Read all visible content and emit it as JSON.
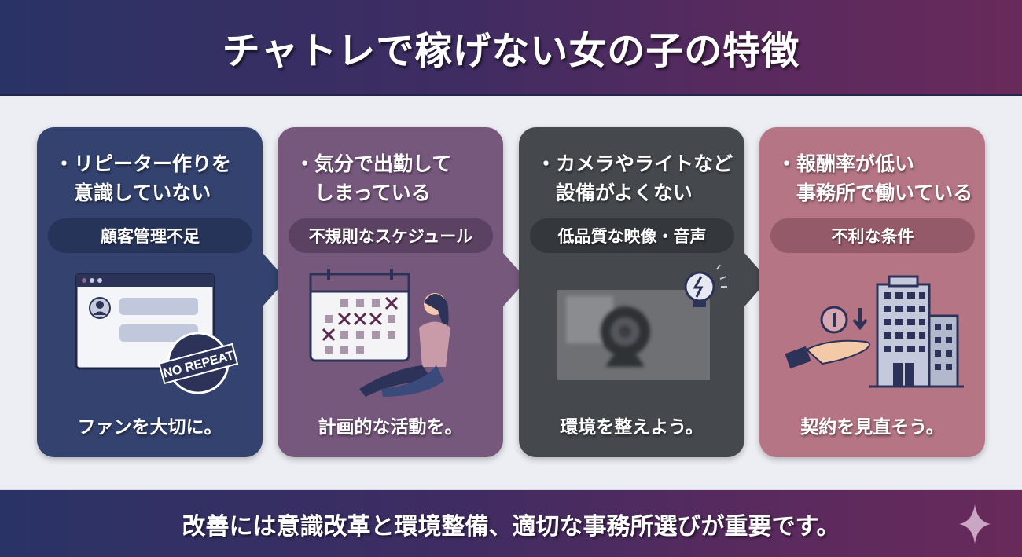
{
  "header": {
    "title": "チャトレで稼げない女の子の特徴"
  },
  "cards": [
    {
      "title": "・リピーター作りを\n　意識していない",
      "tag": "顧客管理不足",
      "illustration": "chat-window-no-repeat-stamp",
      "stamp_text": "NO REPEAT",
      "advice": "ファンを大切に。",
      "color": "#33426e"
    },
    {
      "title": "・気分で出勤して\n　しまっている",
      "tag": "不規則なスケジュール",
      "illustration": "calendar-relaxing-woman",
      "advice": "計画的な活動を。",
      "color": "#77587d"
    },
    {
      "title": "・カメラやライトなど\n　設備がよくない",
      "tag": "低品質な映像・音声",
      "illustration": "blurry-webcam-broken-bulb",
      "advice": "環境を整えよう。",
      "color": "#45484d"
    },
    {
      "title": "・報酬率が低い\n　事務所で働いている",
      "tag": "不利な条件",
      "illustration": "hand-coin-down-office-building",
      "advice": "契約を見直そう。",
      "color": "#b57584"
    }
  ],
  "footer": {
    "message": "改善には意識改革と環境整備、適切な事務所選びが重要です。",
    "icon": "sparkle-icon"
  }
}
